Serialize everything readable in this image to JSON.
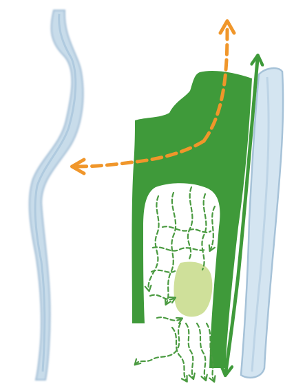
{
  "colors": {
    "background": "#ffffff",
    "wall_fill": "#c8dcea",
    "wall_edge": "#9ebbd4",
    "green_shape": "#3f9a3a",
    "green_light": "#cfe09a",
    "green_dashes": "#4a9a40",
    "orange_arrows": "#f0962a"
  },
  "icons": {
    "left_wall": "wavy-wall",
    "right_wall": "straight-wall",
    "main_block": "green-block",
    "inner_blob": "light-green-blob",
    "arrow_up": "dashed-up-arrow",
    "arrow_left": "dashed-left-arrow",
    "double_arrow": "double-headed-arrow",
    "branches": "dashed-branching-paths"
  }
}
